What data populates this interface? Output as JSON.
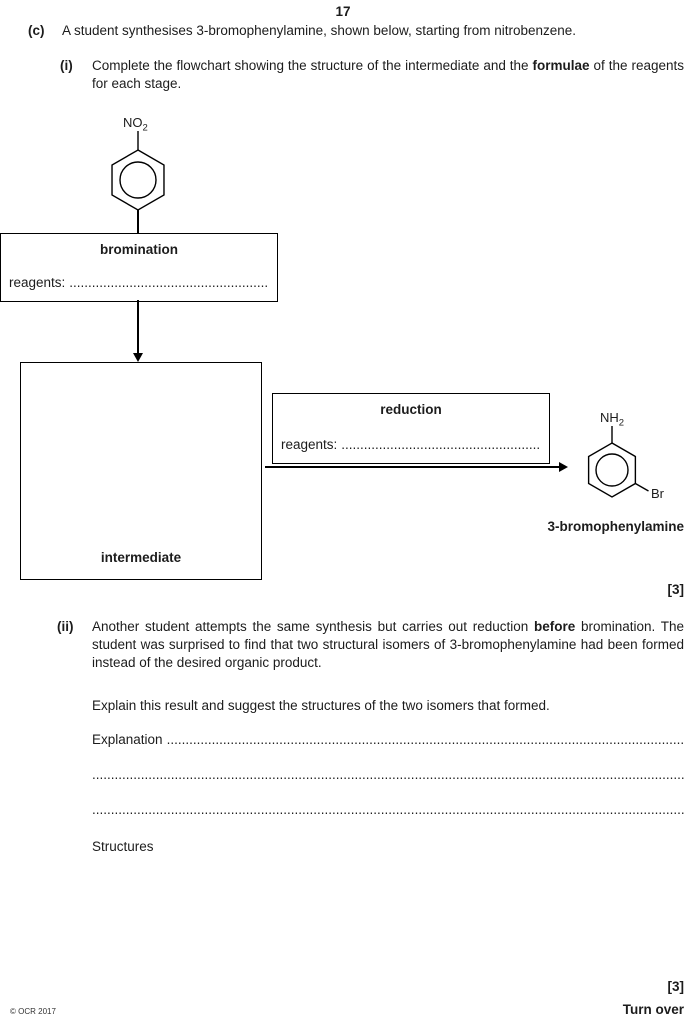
{
  "page": {
    "number": "17",
    "footer_left": "© OCR 2017",
    "footer_right": "Turn over"
  },
  "question": {
    "c_label": "(c)",
    "c_text": "A student synthesises 3-bromophenylamine, shown below, starting from nitrobenzene.",
    "i": {
      "label": "(i)",
      "text_pre": "Complete the flowchart showing the structure of the intermediate and the ",
      "text_bold": "formulae",
      "text_post": " of the reagents for each stage.",
      "mark": "[3]"
    },
    "ii": {
      "label": "(ii)",
      "text_pre": "Another student attempts the same synthesis but carries out reduction ",
      "text_bold": "before",
      "text_post": " bromination. The student was surprised to find that two structural isomers of 3-bromophenylamine had been formed instead of the desired organic product.",
      "explain_text": "Explain this result and suggest the structures of the two isomers that formed.",
      "explanation_label": "Explanation",
      "structures_label": "Structures",
      "mark": "[3]"
    }
  },
  "flowchart": {
    "nitrobenzene": {
      "group_main": "NO",
      "group_sub": "2"
    },
    "bromination": {
      "title": "bromination",
      "reagents_label": "reagents:",
      "dots": "............................................................"
    },
    "intermediate_label": "intermediate",
    "reduction": {
      "title": "reduction",
      "reagents_label": "reagents:",
      "dots": "............................................................"
    },
    "product": {
      "amine_main": "NH",
      "amine_sub": "2",
      "bromo": "Br",
      "name": "3-bromophenylamine"
    }
  },
  "answer": {
    "dotted_line": "........................................................................................................................................................................"
  }
}
